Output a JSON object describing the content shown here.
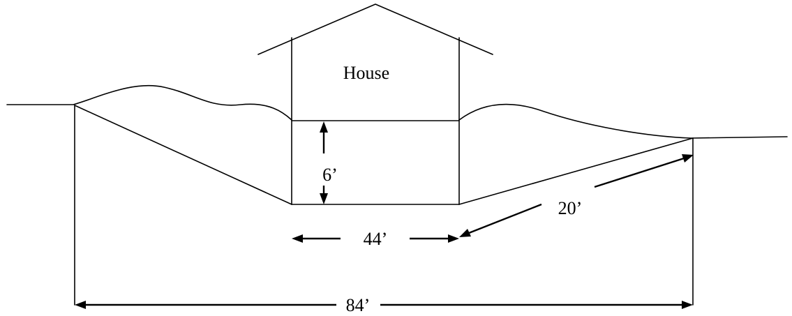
{
  "labels": {
    "house": "House",
    "height": "6’",
    "base_width": "44’",
    "slope_length": "20’",
    "total_width": "84’"
  }
}
